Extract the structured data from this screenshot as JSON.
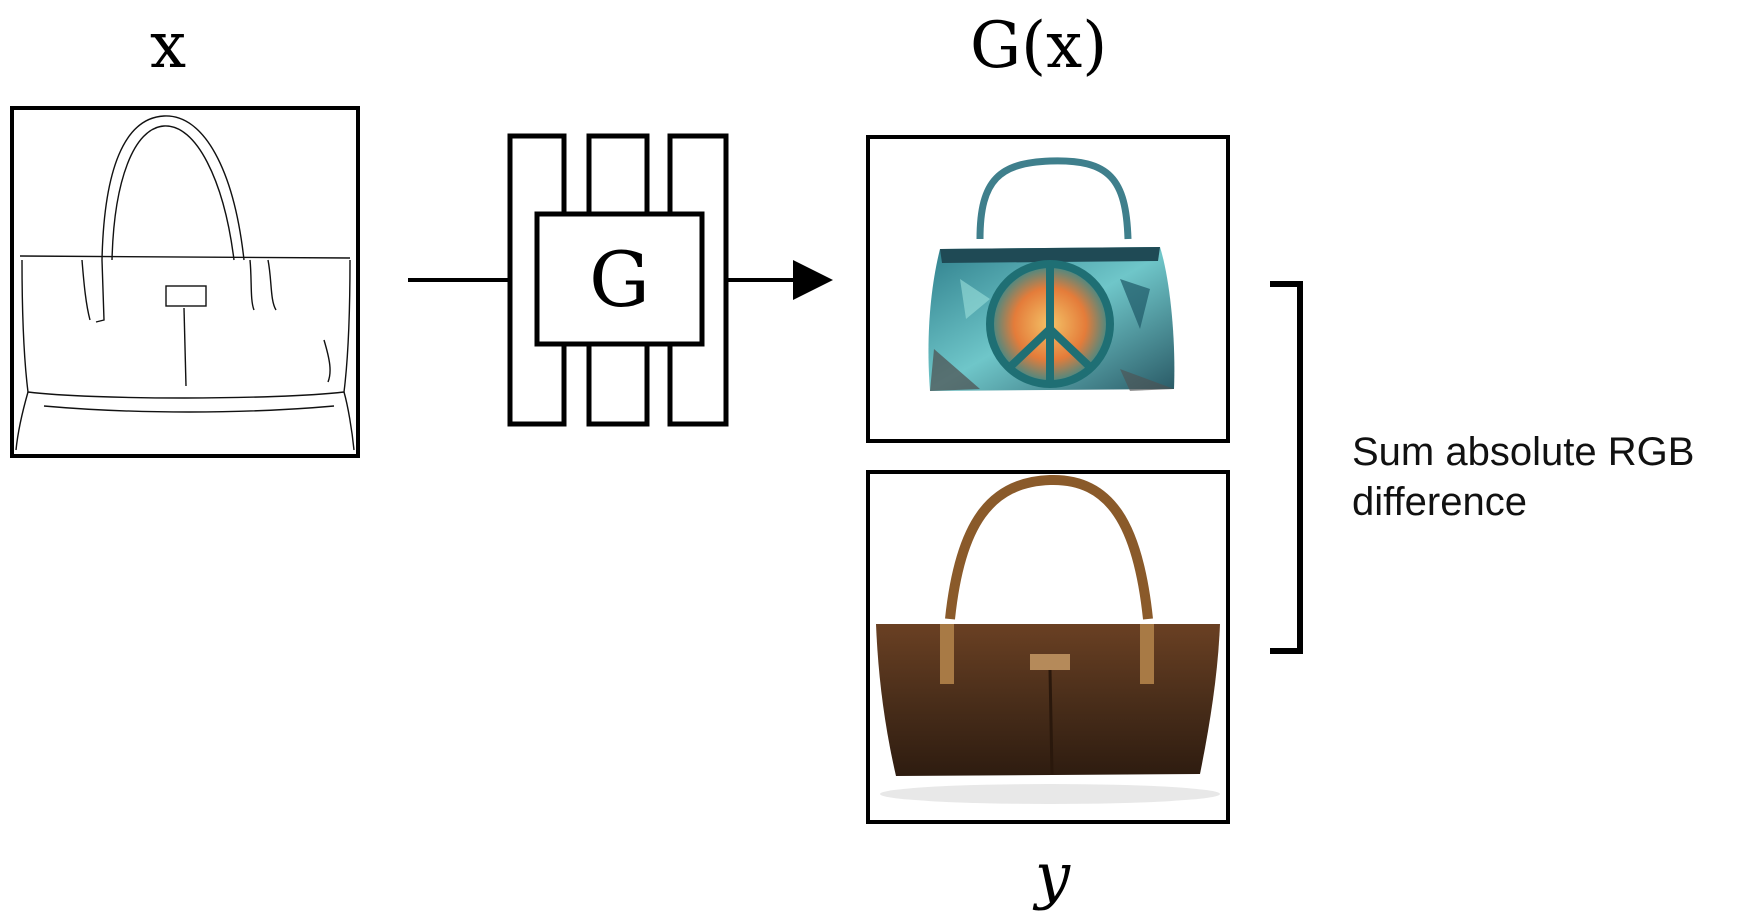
{
  "labels": {
    "input": "x",
    "output": "G(x)",
    "target": "y",
    "generator": "G"
  },
  "loss": {
    "line1": "Sum absolute RGB",
    "line2": "difference"
  }
}
